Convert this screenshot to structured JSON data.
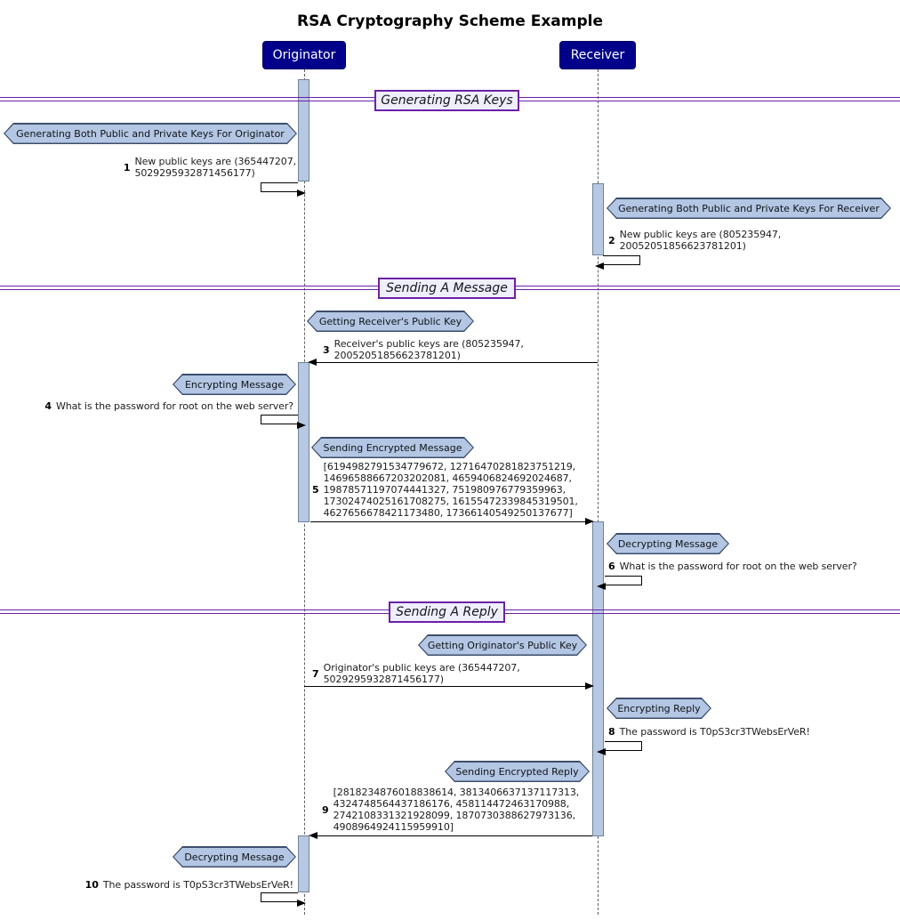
{
  "title": "RSA Cryptography Scheme Example",
  "actors": {
    "originator": "Originator",
    "receiver": "Receiver"
  },
  "dividers": [
    {
      "label": "Generating RSA Keys"
    },
    {
      "label": "Sending A Message"
    },
    {
      "label": "Sending A Reply"
    }
  ],
  "notes": {
    "n1": "Generating Both Public and Private Keys For Originator",
    "n2": "Generating Both Public and Private Keys For Receiver",
    "n3": "Getting Receiver's Public Key",
    "n4": "Encrypting Message",
    "n5": "Sending Encrypted Message",
    "n6": "Decrypting Message",
    "n7": "Getting Originator's Public Key",
    "n8": "Encrypting Reply",
    "n9": "Sending Encrypted Reply",
    "n10": "Decrypting Message"
  },
  "messages": {
    "m1": {
      "num": "1",
      "lines": [
        "New public keys are (365447207,",
        "5029295932871456177)"
      ]
    },
    "m2": {
      "num": "2",
      "lines": [
        "New public keys are (805235947,",
        "20052051856623781201)"
      ]
    },
    "m3": {
      "num": "3",
      "lines": [
        "Receiver's public keys are (805235947,",
        "20052051856623781201)"
      ]
    },
    "m4": {
      "num": "4",
      "lines": [
        "What is the password for root on the web server?"
      ]
    },
    "m5": {
      "num": "5",
      "lines": [
        "[6194982791534779672, 12716470281823751219,",
        "14696588667203202081, 4659406824692024687,",
        "19878571197074441327, 751980976779359963,",
        "17302474025161708275, 16155472339845319501,",
        "4627656678421173480, 17366140549250137677]"
      ]
    },
    "m6": {
      "num": "6",
      "lines": [
        "What is the password for root on the web server?"
      ]
    },
    "m7": {
      "num": "7",
      "lines": [
        "Originator's public keys are (365447207,",
        "5029295932871456177)"
      ]
    },
    "m8": {
      "num": "8",
      "lines": [
        "The password is T0pS3cr3TWebsErVeR!"
      ]
    },
    "m9": {
      "num": "9",
      "lines": [
        "[2818234876018838614, 3813406637137117313,",
        "4324748564437186176, 458114472463170988,",
        "2742108331321928099, 1870730388627973136,",
        "4908964924115959910]"
      ]
    },
    "m10": {
      "num": "10",
      "lines": [
        "The password is T0pS3cr3TWebsErVeR!"
      ]
    }
  },
  "colors": {
    "actor_fill": "#00008B",
    "actor_text": "#FFFFFF",
    "note_fill": "#B3C6E3",
    "note_border": "#3D4E6B",
    "divider_border": "#6C20A8",
    "divider_fill": "#EEEEFC",
    "activation_fill": "#B7C9E2",
    "activation_border": "#70819C",
    "lifeline": "#5F5F5F",
    "arrow": "#000000"
  }
}
